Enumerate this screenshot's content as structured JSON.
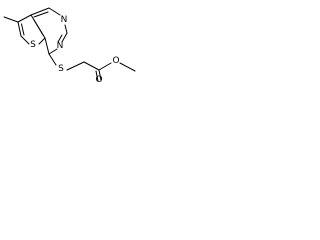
{
  "molecule": {
    "atoms": {
      "n_upper": "N",
      "n_lower": "N",
      "s_ring": "S",
      "s_thioether": "S",
      "o_carbonyl": "O",
      "o_ester": "O"
    }
  }
}
